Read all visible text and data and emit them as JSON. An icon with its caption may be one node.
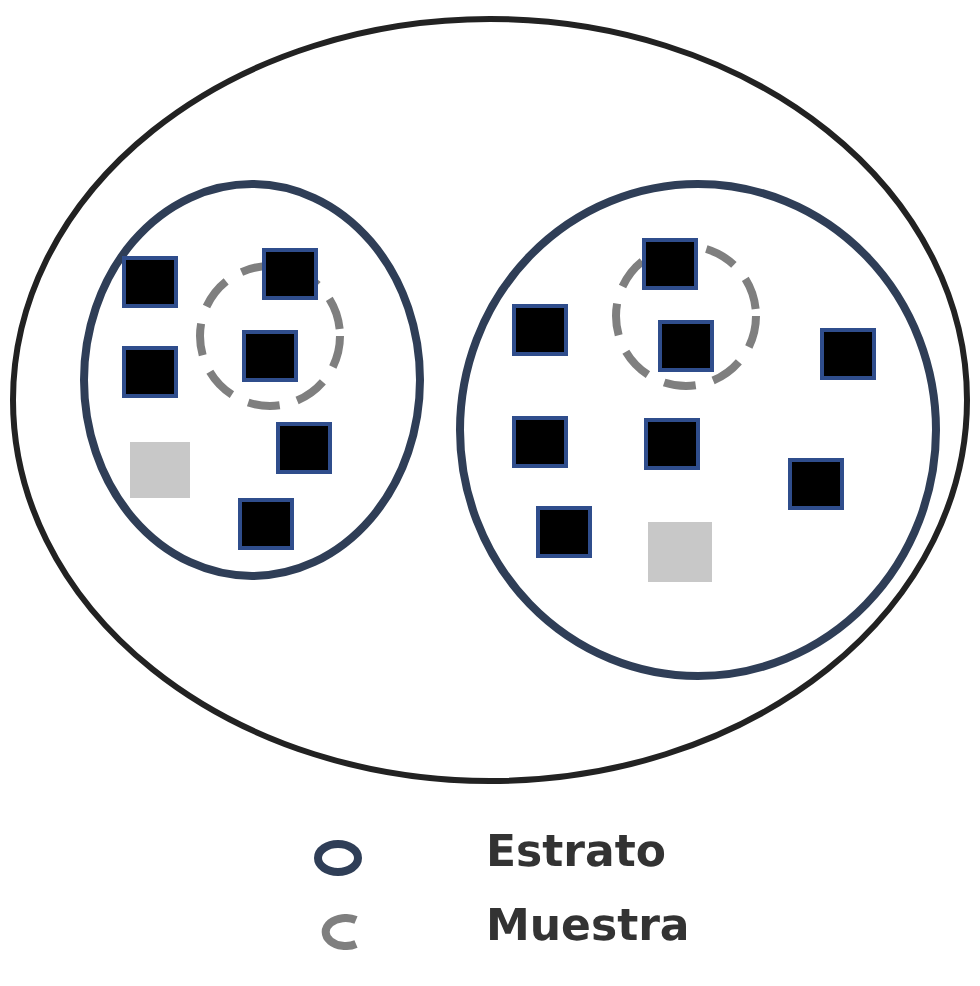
{
  "diagram": {
    "nodes": [
      {
        "text": [],
        "shape": "ellipse"
      },
      {
        "text": [],
        "shape": "ellipse",
        "in": 0
      },
      {
        "text": [],
        "shape": "circle",
        "in": 1
      },
      {
        "text": [],
        "shape": "box",
        "in": 1
      },
      {
        "text": [],
        "shape": "box",
        "in": 1
      },
      {
        "text": [],
        "shape": "box",
        "in": 1
      },
      {
        "text": [],
        "shape": "box",
        "in": 2
      },
      {
        "text": [],
        "shape": "box",
        "in": 1
      },
      {
        "text": [],
        "shape": "box",
        "in": 1
      },
      {
        "text": [],
        "shape": "box",
        "in": 1
      },
      {
        "text": [],
        "shape": "ellipse",
        "in": 0
      },
      {
        "text": [],
        "shape": "circle",
        "in": 10
      },
      {
        "text": [],
        "shape": "box",
        "in": 10
      },
      {
        "text": [],
        "shape": "box",
        "in": 10
      },
      {
        "text": [],
        "shape": "box",
        "in": 11
      },
      {
        "text": [],
        "shape": "box",
        "in": 10
      },
      {
        "text": [],
        "shape": "box",
        "in": 10
      },
      {
        "text": [],
        "shape": "box",
        "in": 10
      },
      {
        "text": [],
        "shape": "box",
        "in": 10
      },
      {
        "text": [],
        "shape": "box",
        "in": 10
      },
      {
        "text": [],
        "shape": "box",
        "in": 10
      }
    ],
    "edges": [],
    "legend": [
      {
        "text": "Estrato"
      },
      {
        "text": "Muestra"
      }
    ]
  }
}
